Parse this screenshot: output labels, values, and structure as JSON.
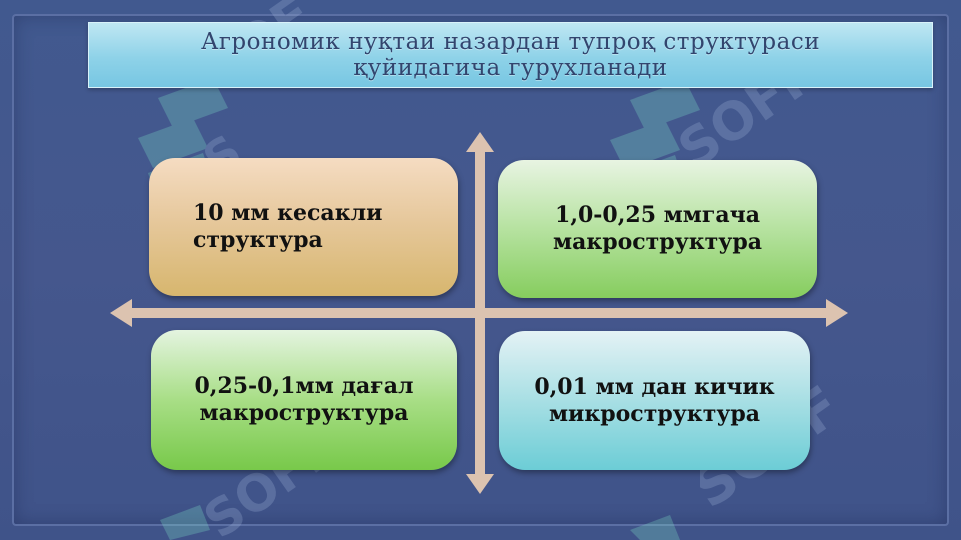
{
  "title": {
    "line1": "Агрономик нуқтаи назардан тупроқ структураси",
    "line2": "қуйидагича гурухланади"
  },
  "quadrants": {
    "top_left": {
      "line1": "10 мм кесакли",
      "line2": "структура"
    },
    "top_right": {
      "line1": "1,0-0,25 ммгача",
      "line2": "макроструктура"
    },
    "bottom_left": {
      "line1": "0,25-0,1мм дағал",
      "line2": "макроструктура"
    },
    "bottom_right": {
      "line1": "0,01 мм дан кичик",
      "line2": "микроструктура"
    }
  },
  "watermark_text": "SOFF",
  "colors": {
    "background": "#44578d",
    "title_fill": "#8ed2e8",
    "title_text": "#32456e",
    "arrow": "#dcc3b0",
    "top_left_card": "#e0c38f",
    "top_right_card": "#b6e2a0",
    "bottom_left_card": "#a8de86",
    "bottom_right_card": "#a8dfe4"
  }
}
